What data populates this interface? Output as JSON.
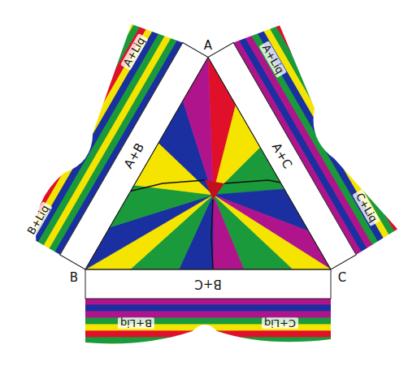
{
  "diagram": {
    "nodes": [
      {
        "text": [
          "A+B"
        ]
      },
      {
        "text": [
          "A+C"
        ]
      },
      {
        "text": [
          "B+C"
        ]
      }
    ],
    "labels": [
      "A",
      "B",
      "C",
      "A+Liq",
      "B+Liq",
      "A+Liq",
      "C+Liq",
      "B+Liq",
      "C+Liq"
    ]
  }
}
